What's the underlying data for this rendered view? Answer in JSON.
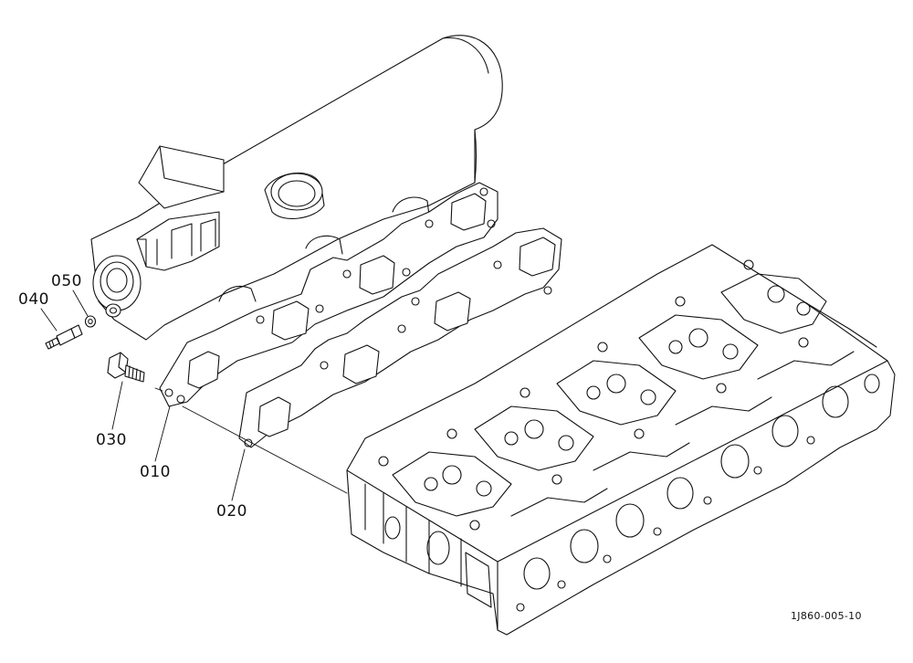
{
  "labels": {
    "p010": "010",
    "p020": "020",
    "p030": "030",
    "p040": "040",
    "p050": "050"
  },
  "drawing_code": "1J860-005-10",
  "colors": {
    "ink": "#111111",
    "background": "#ffffff"
  }
}
